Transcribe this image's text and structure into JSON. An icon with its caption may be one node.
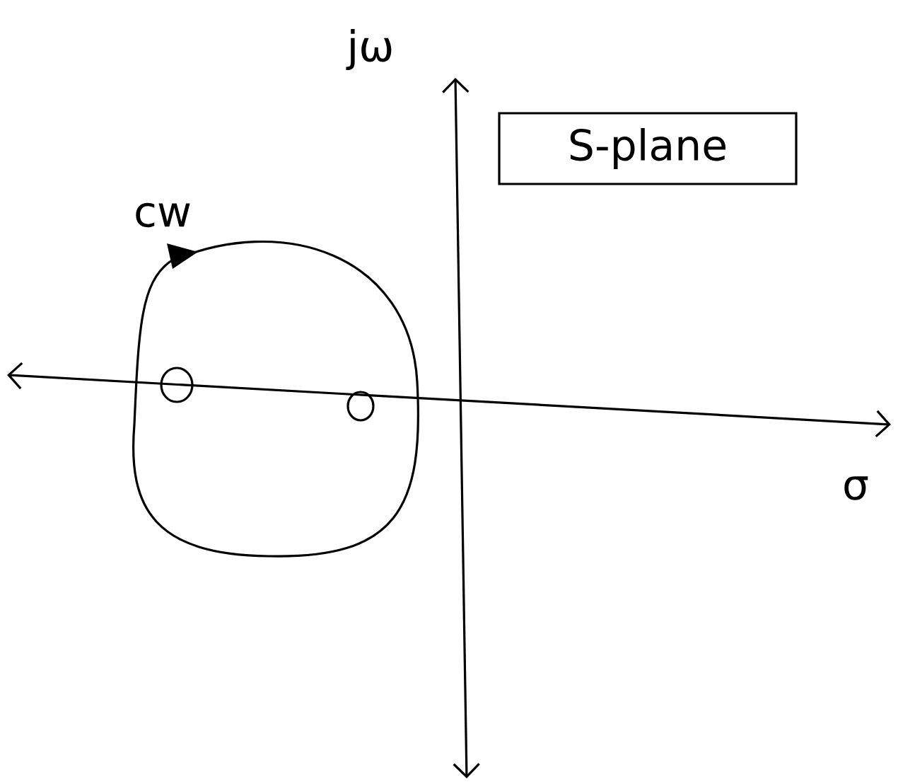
{
  "diagram": {
    "nodes": [
      {
        "text": [
          "S-plane"
        ]
      }
    ],
    "labels": [
      "jω",
      "cw",
      "σ"
    ]
  }
}
